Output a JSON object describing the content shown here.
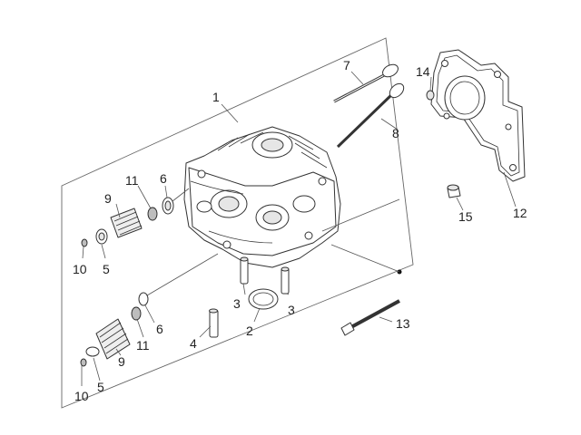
{
  "callouts": {
    "c1": "1",
    "c2": "2",
    "c3a": "3",
    "c3b": "3",
    "c4": "4",
    "c5a": "5",
    "c5b": "5",
    "c6a": "6",
    "c6b": "6",
    "c7": "7",
    "c8": "8",
    "c9a": "9",
    "c9b": "9",
    "c10a": "10",
    "c10b": "10",
    "c11a": "11",
    "c11b": "11",
    "c12": "12",
    "c13": "13",
    "c14": "14",
    "c15": "15"
  }
}
